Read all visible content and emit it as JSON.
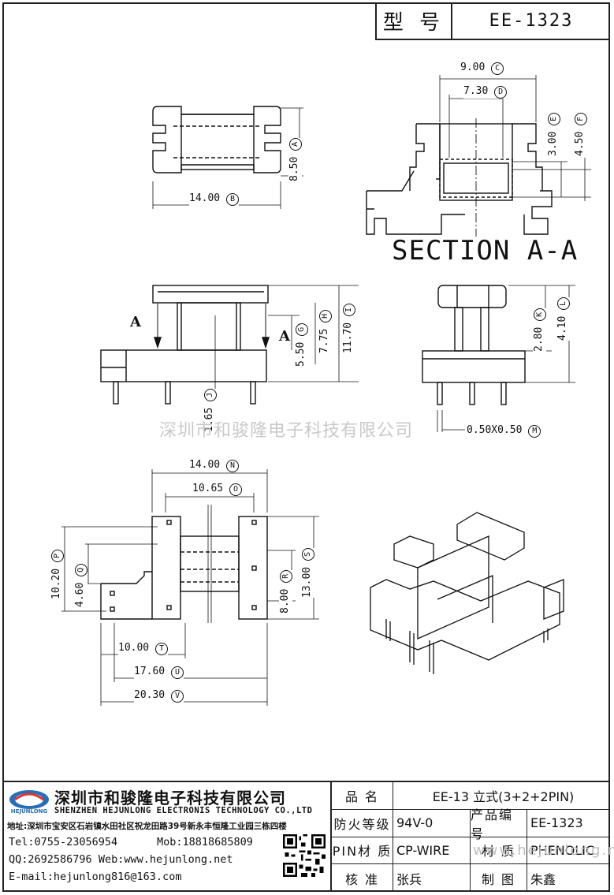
{
  "header": {
    "model_label": "型 号",
    "model_value": "EE-1323"
  },
  "section_label": "SECTION A-A",
  "section_marker": "A",
  "watermark": "深圳市和骏隆电子科技有限公司",
  "watermark_url": "www.hejunlong.net",
  "dimensions": [
    {
      "value": "9.00",
      "ref": "C"
    },
    {
      "value": "7.30",
      "ref": "D"
    },
    {
      "value": "3.00",
      "ref": "E"
    },
    {
      "value": "4.50",
      "ref": "F"
    },
    {
      "value": "8.50",
      "ref": "A"
    },
    {
      "value": "14.00",
      "ref": "B"
    },
    {
      "value": "5.50",
      "ref": "G"
    },
    {
      "value": "7.75",
      "ref": "H"
    },
    {
      "value": "11.70",
      "ref": "I"
    },
    {
      "value": "1.65",
      "ref": "J"
    },
    {
      "value": "2.80",
      "ref": "K"
    },
    {
      "value": "4.10",
      "ref": "L"
    },
    {
      "value": "0.50X0.50",
      "ref": "M"
    },
    {
      "value": "14.00",
      "ref": "N"
    },
    {
      "value": "10.65",
      "ref": "O"
    },
    {
      "value": "10.20",
      "ref": "P"
    },
    {
      "value": "4.60",
      "ref": "Q"
    },
    {
      "value": "8.00",
      "ref": "R"
    },
    {
      "value": "13.00",
      "ref": "S"
    },
    {
      "value": "10.00",
      "ref": "T"
    },
    {
      "value": "17.60",
      "ref": "U"
    },
    {
      "value": "20.30",
      "ref": "V"
    }
  ],
  "company": {
    "logo_text": "HEJUNLONG",
    "name_cn": "深圳市和骏隆电子科技有限公司",
    "name_en": "SHENZHEN HEJUNLONG ELECTRONIS TECHNOLOGY CO.,LTD",
    "address": "地址:深圳市宝安区石岩镇水田社区祝龙田路39号新永丰恒隆工业园三栋四楼",
    "tel": "Tel:0755-23056954",
    "mob": "Mob:18818685809",
    "qq": "QQ:2692586796",
    "web": "Web:www.hejunlong.net",
    "email": "E-mail:hejunlong816@163.com"
  },
  "table": {
    "product_name_label": "品 名",
    "product_name_value": "EE-13 立式(3+2+2PIN)",
    "fire_rating_label": "防火等级",
    "fire_rating_value": "94V-0",
    "product_no_label": "产品编号",
    "product_no_value": "EE-1323",
    "pin_material_label": "PIN材 质",
    "pin_material_value": "CP-WIRE",
    "material_label": "材 质",
    "material_value": "PHENOLIC",
    "check_label": "核 准",
    "check_value": "张兵",
    "draw_label": "制 图",
    "draw_value": "朱鑫"
  }
}
